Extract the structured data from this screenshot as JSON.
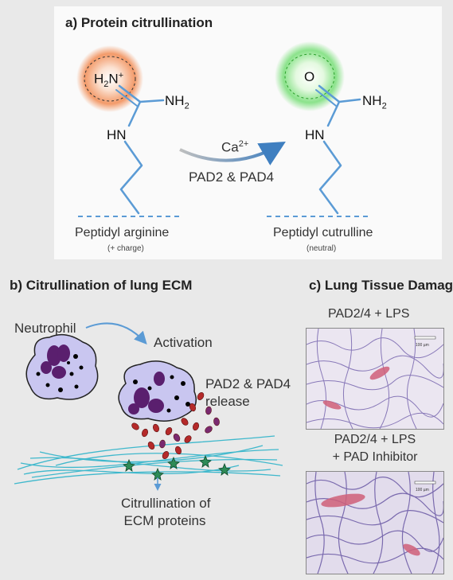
{
  "panel_a": {
    "title": "a) Protein citrullination",
    "reactant": {
      "imine_main": "H",
      "imine_sub": "2",
      "imine_tail": "N",
      "imine_sup": "+",
      "amine_main": "NH",
      "amine_sub": "2",
      "hn": "HN",
      "name": "Peptidyl arginine",
      "note": "(+ charge)"
    },
    "enzyme": {
      "ion": "Ca",
      "ion_sup": "2+",
      "name": "PAD2 & PAD4"
    },
    "product": {
      "oxygen": "O",
      "amine_main": "NH",
      "amine_sub": "2",
      "hn": "HN",
      "name": "Peptidyl cutrulline",
      "note": "(neutral)"
    },
    "colors": {
      "chain": "#5b9bd5",
      "glow_charged": "#f08a4b",
      "glow_neutral": "#7fe07f"
    }
  },
  "panel_b": {
    "title": "b) Citrullination of lung ECM",
    "neutrophil_label": "Neutrophil",
    "activation_label": "Activation",
    "release_line1": "PAD2 & PAD4",
    "release_line2": "release",
    "result_line1": "Citrullination of",
    "result_line2": "ECM proteins",
    "colors": {
      "cell": "#c9c6f0",
      "granule": "#5a1f6e",
      "enzyme": "#b52a2a",
      "fiber": "#3fb8cc",
      "ecm_marker": "#2e8b57"
    }
  },
  "panel_c": {
    "title": "c) Lung Tissue Damage",
    "sample1": "PAD2/4 + LPS",
    "sample2_line1": "PAD2/4 + LPS",
    "sample2_line2": "+ PAD Inhibitor",
    "scale_bar": "100 µm",
    "colors": {
      "tissue_bg": "#e8e4f0",
      "stain": "#8878b8",
      "vessel": "#d0607a"
    }
  }
}
